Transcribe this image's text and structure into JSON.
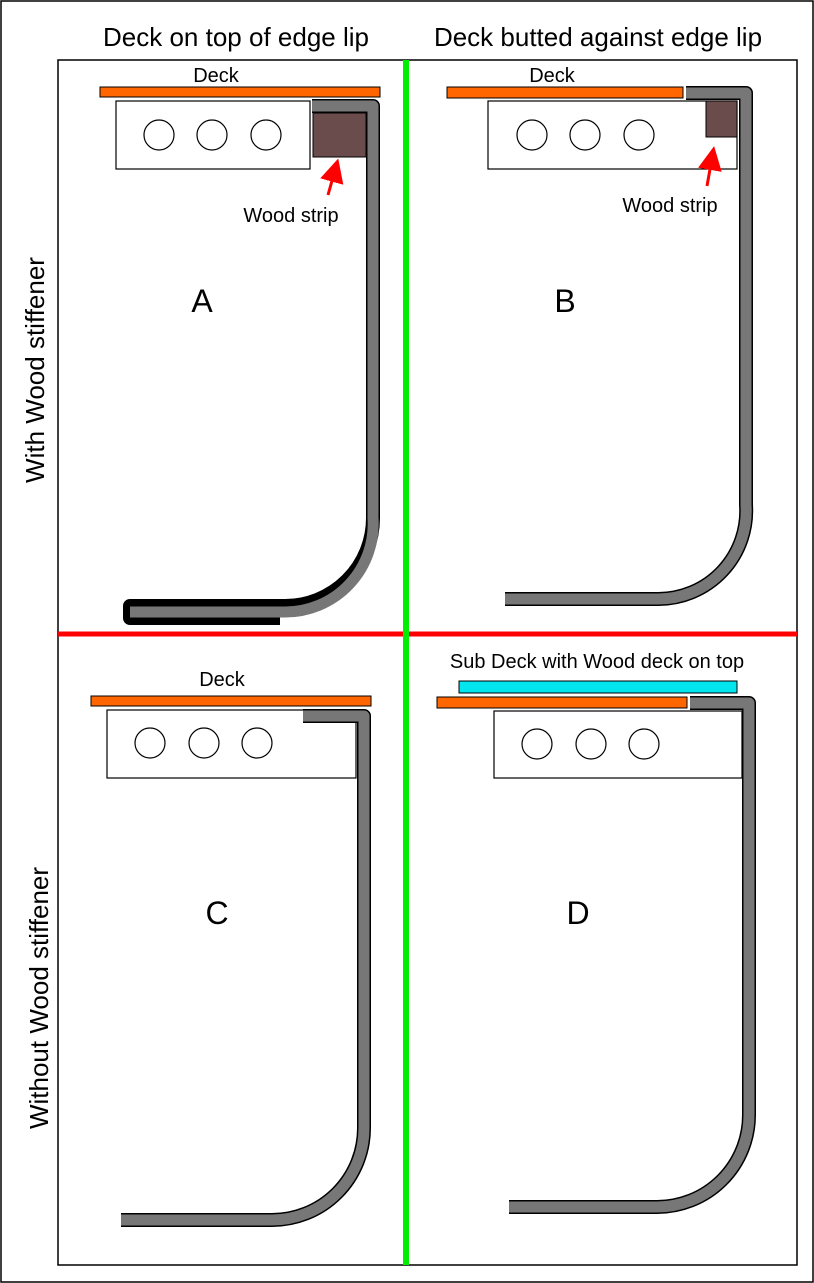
{
  "columns": [
    "Deck on top of edge lip",
    "Deck butted against edge lip"
  ],
  "rows": [
    "With Wood stiffener",
    "Without Wood stiffener"
  ],
  "panels": [
    {
      "letter": "A",
      "deck_label": "Deck",
      "strip_label": "Wood strip"
    },
    {
      "letter": "B",
      "deck_label": "Deck",
      "strip_label": "Wood strip"
    },
    {
      "letter": "C",
      "deck_label": "Deck"
    },
    {
      "letter": "D",
      "subdeck_label": "Sub Deck with Wood deck on top"
    }
  ],
  "colors": {
    "deck": "#ff6600",
    "subdeck": "#00e5ee",
    "channel": "#777777",
    "wood_strip": "#6b4c4c",
    "arrow": "#ff0000",
    "row_divider": "#ff0000",
    "column_divider": "#00ee00"
  }
}
